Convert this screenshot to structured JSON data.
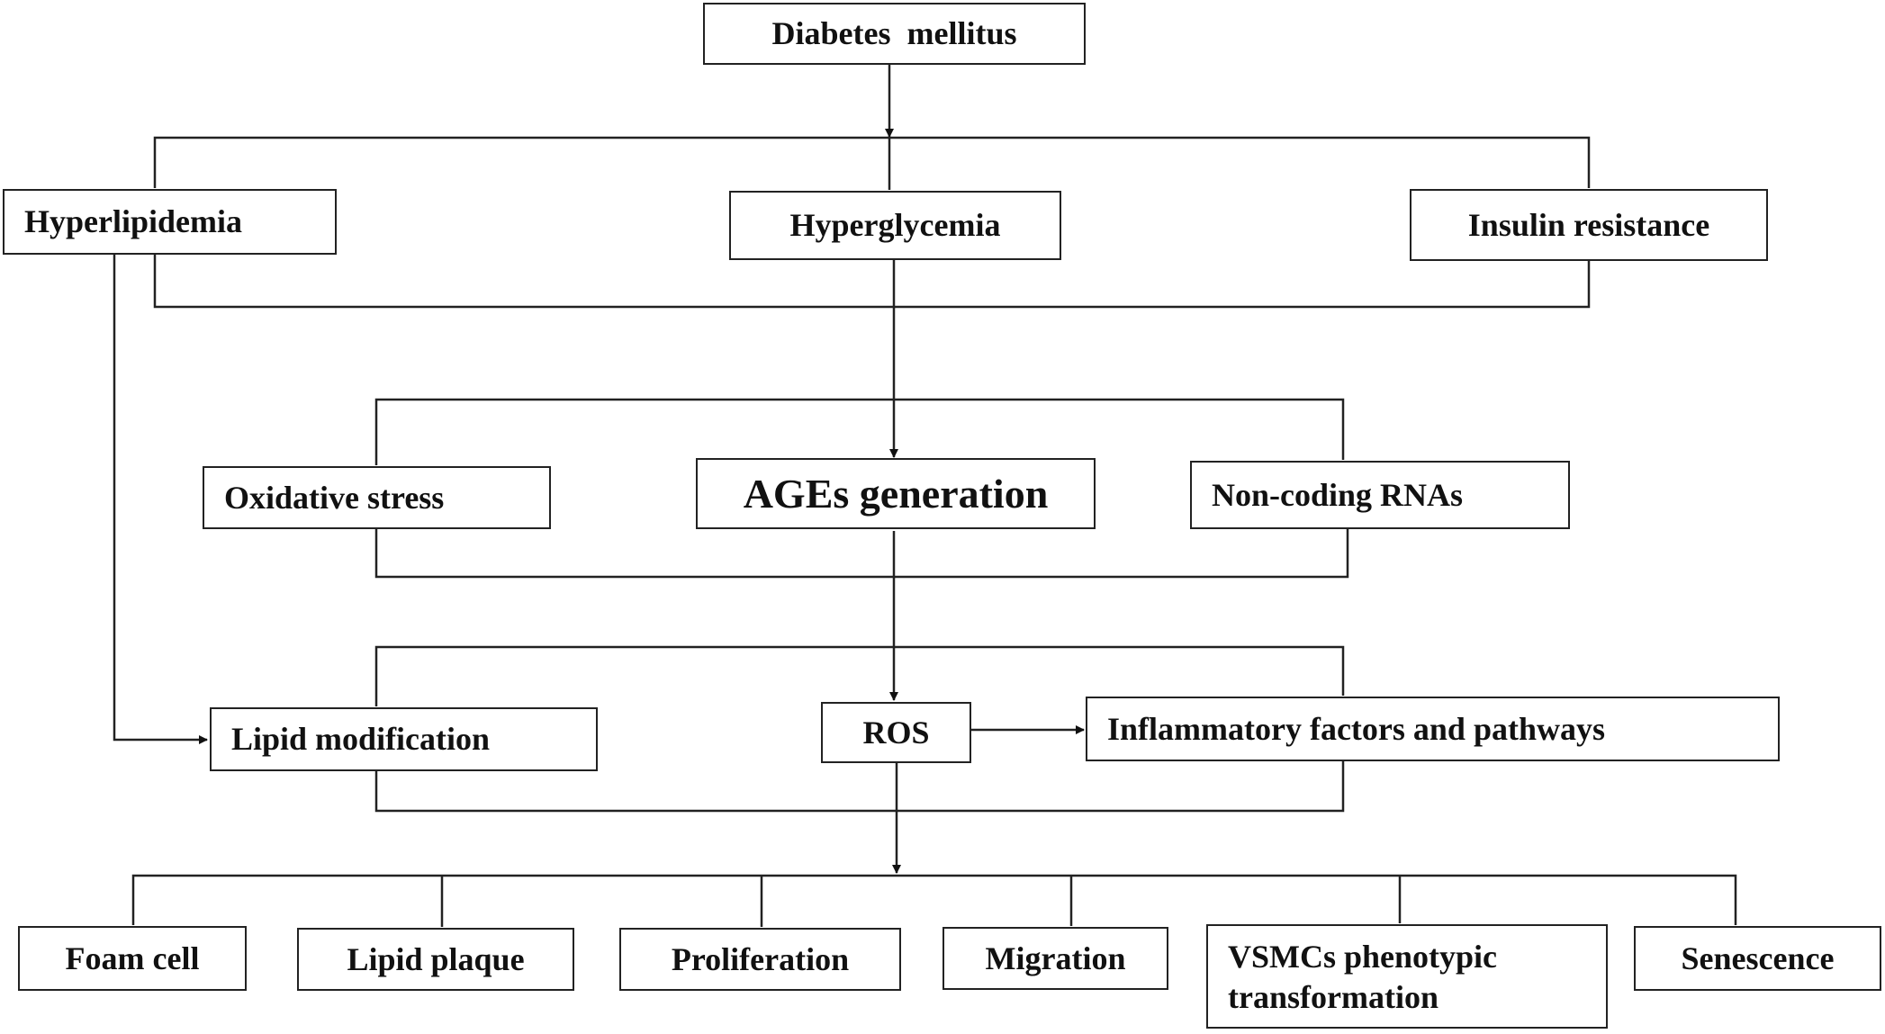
{
  "diagram": {
    "root": "Diabetes  mellitus",
    "level1": {
      "left": "Hyperlipidemia",
      "center": "Hyperglycemia",
      "right": "Insulin resistance"
    },
    "level2": {
      "left": "Oxidative stress",
      "center": "AGEs generation",
      "right": "Non-coding RNAs"
    },
    "level3": {
      "left": "Lipid modification",
      "center": "ROS",
      "right": "Inflammatory factors and pathways"
    },
    "outcomes": {
      "foam_cell": "Foam cell",
      "lipid_plaque": "Lipid plaque",
      "proliferation": "Proliferation",
      "migration": "Migration",
      "vsmc_line1": "VSMCs phenotypic",
      "vsmc_line2": "transformation",
      "senescence": "Senescence"
    }
  }
}
